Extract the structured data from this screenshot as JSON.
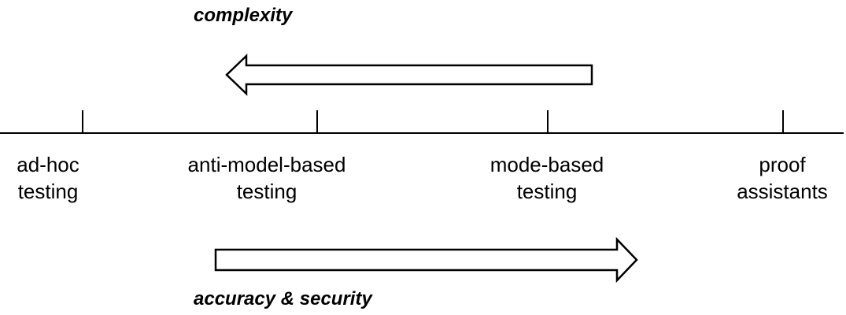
{
  "labels": {
    "complexity": "complexity",
    "accuracy_security": "accuracy & security"
  },
  "stages": [
    {
      "line1": "ad-hoc",
      "line2": "testing"
    },
    {
      "line1": "anti-model-based",
      "line2": "testing"
    },
    {
      "line1": "mode-based",
      "line2": "testing"
    },
    {
      "line1": "proof",
      "line2": "assistants"
    }
  ],
  "colors": {
    "stroke": "#000000",
    "background": "#ffffff"
  }
}
